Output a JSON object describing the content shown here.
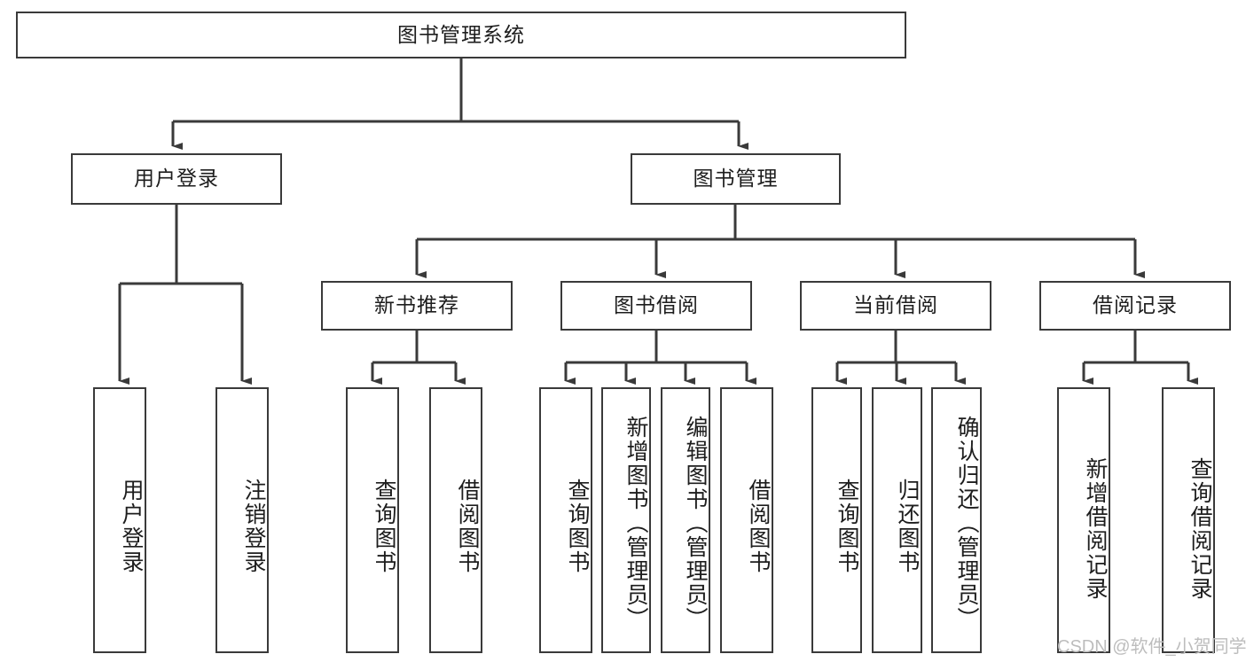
{
  "diagram": {
    "type": "tree",
    "title": "图书管理系统",
    "watermark": "CSDN @软件_小贺同学",
    "colors": {
      "box_border": "#3a3a3a",
      "box_fill": "#ffffff",
      "connector": "#3a3a3a",
      "text": "#1d1d1d",
      "watermark": "#bdbdbd",
      "background": "#ffffff"
    },
    "levels": {
      "root": {
        "label": "图书管理系统"
      },
      "level2": [
        {
          "id": "user-login",
          "label": "用户登录"
        },
        {
          "id": "book-management",
          "label": "图书管理"
        }
      ],
      "level3": [
        {
          "id": "new-book-recommend",
          "label": "新书推荐",
          "parent": "book-management"
        },
        {
          "id": "book-borrow",
          "label": "图书借阅",
          "parent": "book-management"
        },
        {
          "id": "current-borrow",
          "label": "当前借阅",
          "parent": "book-management"
        },
        {
          "id": "borrow-record",
          "label": "借阅记录",
          "parent": "book-management"
        }
      ],
      "leaves": {
        "user-login": [
          {
            "id": "leaf-user-login",
            "label": "用户登录"
          },
          {
            "id": "leaf-logout",
            "label": "注销登录"
          }
        ],
        "new-book-recommend": [
          {
            "id": "leaf-query-book-1",
            "label": "查询图书"
          },
          {
            "id": "leaf-borrow-book-1",
            "label": "借阅图书"
          }
        ],
        "book-borrow": [
          {
            "id": "leaf-query-book-2",
            "label": "查询图书"
          },
          {
            "id": "leaf-add-book",
            "label": "新增图书（管理员）"
          },
          {
            "id": "leaf-edit-book",
            "label": "编辑图书（管理员）"
          },
          {
            "id": "leaf-borrow-book-2",
            "label": "借阅图书"
          }
        ],
        "current-borrow": [
          {
            "id": "leaf-query-book-3",
            "label": "查询图书"
          },
          {
            "id": "leaf-return-book",
            "label": "归还图书"
          },
          {
            "id": "leaf-confirm-return",
            "label": "确认归还（管理员）"
          }
        ],
        "borrow-record": [
          {
            "id": "leaf-add-record",
            "label": "新增借阅记录"
          },
          {
            "id": "leaf-query-record",
            "label": "查询借阅记录"
          }
        ]
      }
    }
  }
}
